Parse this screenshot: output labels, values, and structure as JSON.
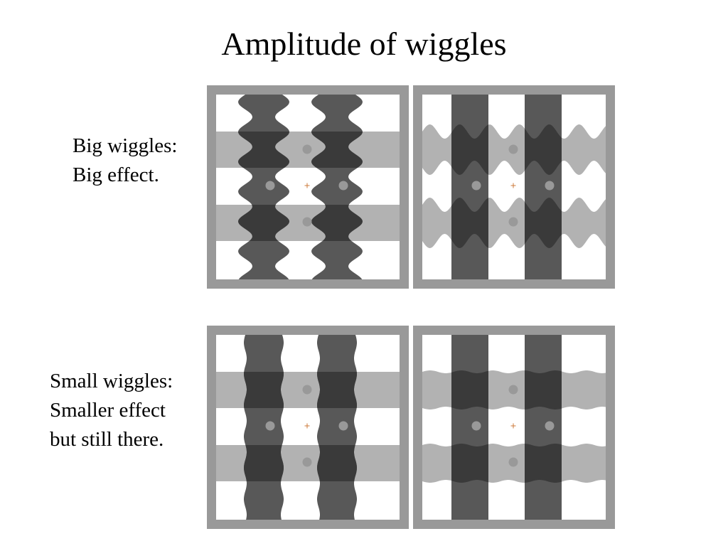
{
  "title": "Amplitude of wiggles",
  "rows": [
    {
      "label_lines": [
        "Big wiggles:",
        "Big effect."
      ],
      "wiggle_amplitude": "big"
    },
    {
      "label_lines": [
        "Small wiggles:",
        "Smaller effect",
        "but still there."
      ],
      "wiggle_amplitude": "small"
    }
  ],
  "colors": {
    "frame": "#999999",
    "background": "#ffffff",
    "light_band": "#b2b2b2",
    "dark_band": "#585858",
    "overlap": "#3a3a3a",
    "dot": "#999999",
    "fixation": "#cc7a3a"
  }
}
